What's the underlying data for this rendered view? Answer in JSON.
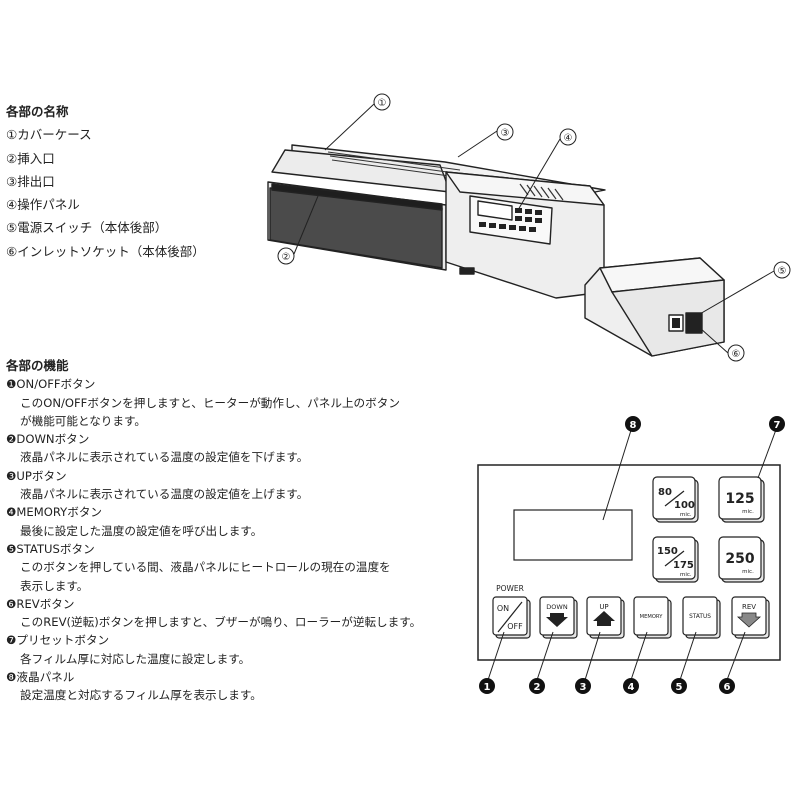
{
  "parts_heading": "各部の名称",
  "parts": [
    "①カバーケース",
    "②挿入口",
    "③排出口",
    "④操作パネル",
    "⑤電源スイッチ（本体後部）",
    "⑥インレットソケット（本体後部）"
  ],
  "funcs_heading": "各部の機能",
  "functions": [
    {
      "title": "❶ON/OFFボタン",
      "lines": [
        "このON/OFFボタンを押しますと、ヒーターが動作し、パネル上のボタン",
        "が機能可能となります。"
      ]
    },
    {
      "title": "❷DOWNボタン",
      "lines": [
        "液晶パネルに表示されている温度の設定値を下げます。"
      ]
    },
    {
      "title": "❸UPボタン",
      "lines": [
        "液晶パネルに表示されている温度の設定値を上げます。"
      ]
    },
    {
      "title": "❹MEMORYボタン",
      "lines": [
        "最後に設定した温度の設定値を呼び出します。"
      ]
    },
    {
      "title": "❺STATUSボタン",
      "lines": [
        "このボタンを押している間、液晶パネルにヒートロールの現在の温度を",
        "表示します。"
      ]
    },
    {
      "title": "❻REVボタン",
      "lines": [
        "このREV(逆転)ボタンを押しますと、ブザーが鳴り、ローラーが逆転します。"
      ]
    },
    {
      "title": "❼プリセットボタン",
      "lines": [
        "各フィルム厚に対応した温度に設定します。"
      ]
    },
    {
      "title": "❽液晶パネル",
      "lines": [
        "設定温度と対応するフィルム厚を表示します。"
      ]
    }
  ],
  "machine_callouts": [
    "①",
    "②",
    "③",
    "④",
    "⑤",
    "⑥"
  ],
  "panel": {
    "power_label": "POWER",
    "on": "ON",
    "off": "OFF",
    "down": "DOWN",
    "up": "UP",
    "memory": "MEMORY",
    "status": "STATUS",
    "rev": "REV",
    "preset_80_a": "80",
    "preset_80_b": "100",
    "preset_150_a": "150",
    "preset_150_b": "175",
    "preset_125": "125",
    "preset_250": "250",
    "mic": "mic.",
    "callouts": [
      "1",
      "2",
      "3",
      "4",
      "5",
      "6",
      "7",
      "8"
    ]
  }
}
